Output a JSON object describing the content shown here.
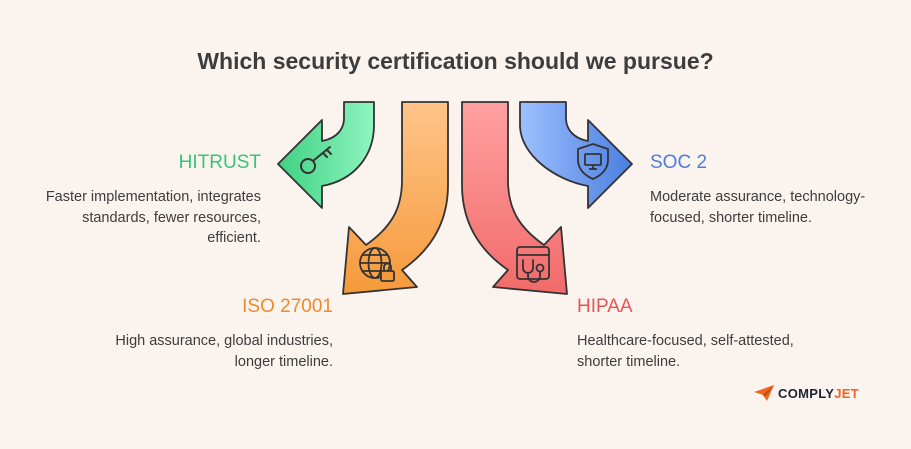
{
  "title": "Which security certification should we pursue?",
  "options": [
    {
      "name": "HITRUST",
      "description": "Faster implementation, integrates standards, fewer resources, efficient.",
      "lines": [
        "Faster implementation, integrates",
        "standards, fewer resources,",
        "efficient."
      ],
      "color": "#36c47c",
      "icon": "key-icon"
    },
    {
      "name": "ISO 27001",
      "description": "High assurance, global industries, longer timeline.",
      "lines": [
        "High assurance, global industries,",
        "longer timeline."
      ],
      "color": "#f08a2a",
      "icon": "globe-lock-icon"
    },
    {
      "name": "HIPAA",
      "description": "Healthcare-focused, self-attested, shorter timeline.",
      "lines": [
        "Healthcare-focused, self-attested,",
        "shorter timeline."
      ],
      "color": "#e55555",
      "icon": "stethoscope-window-icon"
    },
    {
      "name": "SOC 2",
      "description": "Moderate assurance, technology-focused, shorter timeline.",
      "lines": [
        "Moderate assurance, technology-",
        "focused, shorter timeline."
      ],
      "color": "#4a7ed9",
      "icon": "shield-monitor-icon"
    }
  ],
  "logo": {
    "prefix": "COMPLY",
    "suffix": "JET",
    "icon": "paper-plane-icon",
    "accent": "#f26522"
  }
}
